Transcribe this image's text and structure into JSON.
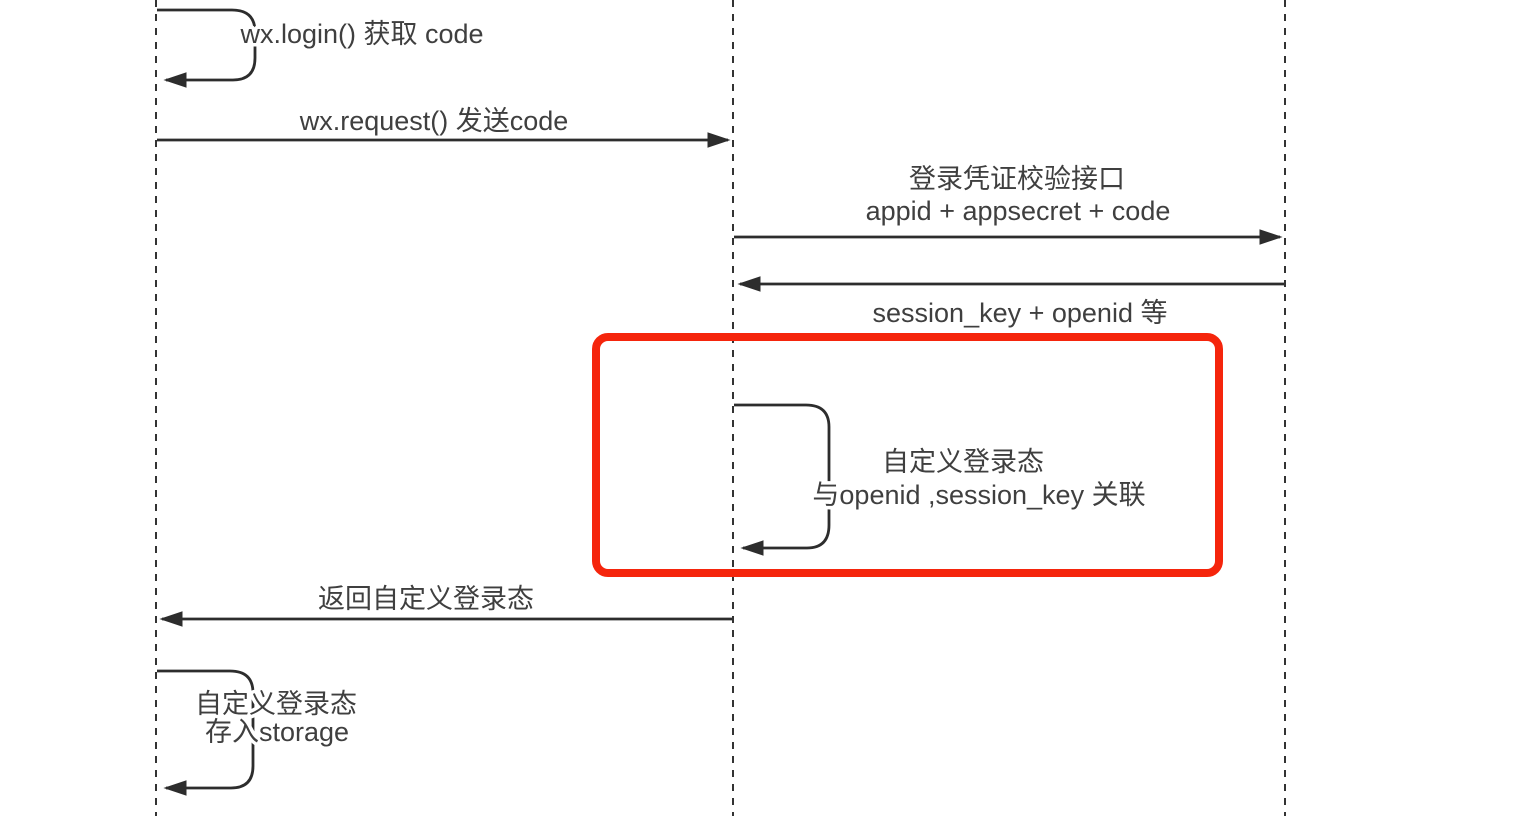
{
  "page": {
    "background": "#ffffff"
  },
  "colors": {
    "line": "#2d2d2d",
    "lifeline": "#333333",
    "text": "#3f3f3f",
    "highlight_red": "#f5250c"
  },
  "sequence": {
    "self_message_login": {
      "label": "wx.login() 获取 code"
    },
    "message_send_code": {
      "label": "wx.request() 发送code"
    },
    "message_verify": {
      "label_line1": "登录凭证校验接口",
      "label_line2": "appid + appsecret + code"
    },
    "message_session": {
      "label": "session_key + openid 等"
    },
    "self_message_custom_state": {
      "label_line1": "自定义登录态",
      "label_line2": "与openid ,session_key 关联"
    },
    "message_return_state": {
      "label": "返回自定义登录态"
    },
    "self_message_store": {
      "label_line1": "自定义登录态",
      "label_line2": "存入storage"
    }
  }
}
